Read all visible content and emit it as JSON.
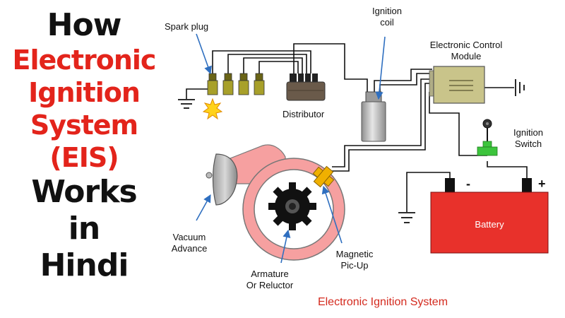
{
  "title": {
    "line1": "How",
    "line2": "Electronic",
    "line3": "Ignition",
    "line4": "System",
    "line5": "(EIS)",
    "line6": "Works",
    "line7": "in",
    "line8": "Hindi"
  },
  "labels": {
    "spark_plug": "Spark plug",
    "ignition_coil_1": "Ignition",
    "ignition_coil_2": "coil",
    "ecm_1": "Electronic Control",
    "ecm_2": "Module",
    "distributor": "Distributor",
    "ignition_switch_1": "Ignition",
    "ignition_switch_2": "Switch",
    "battery": "Battery",
    "minus": "-",
    "plus": "+",
    "vacuum_1": "Vacuum",
    "vacuum_2": "Advance",
    "armature_1": "Armature",
    "armature_2": "Or Reluctor",
    "pickup_1": "Magnetic",
    "pickup_2": "Pic-Up"
  },
  "caption": "Electronic Ignition System",
  "colors": {
    "title_red": "#e3241b",
    "caption_red": "#d42a1e",
    "battery_red": "#e8312b",
    "plug_olive": "#a8a02a",
    "ecm_body": "#c9c48a",
    "switch_green": "#3cc43c",
    "pickup_orange": "#f0b000",
    "pointer_blue": "#2f6fc0"
  }
}
